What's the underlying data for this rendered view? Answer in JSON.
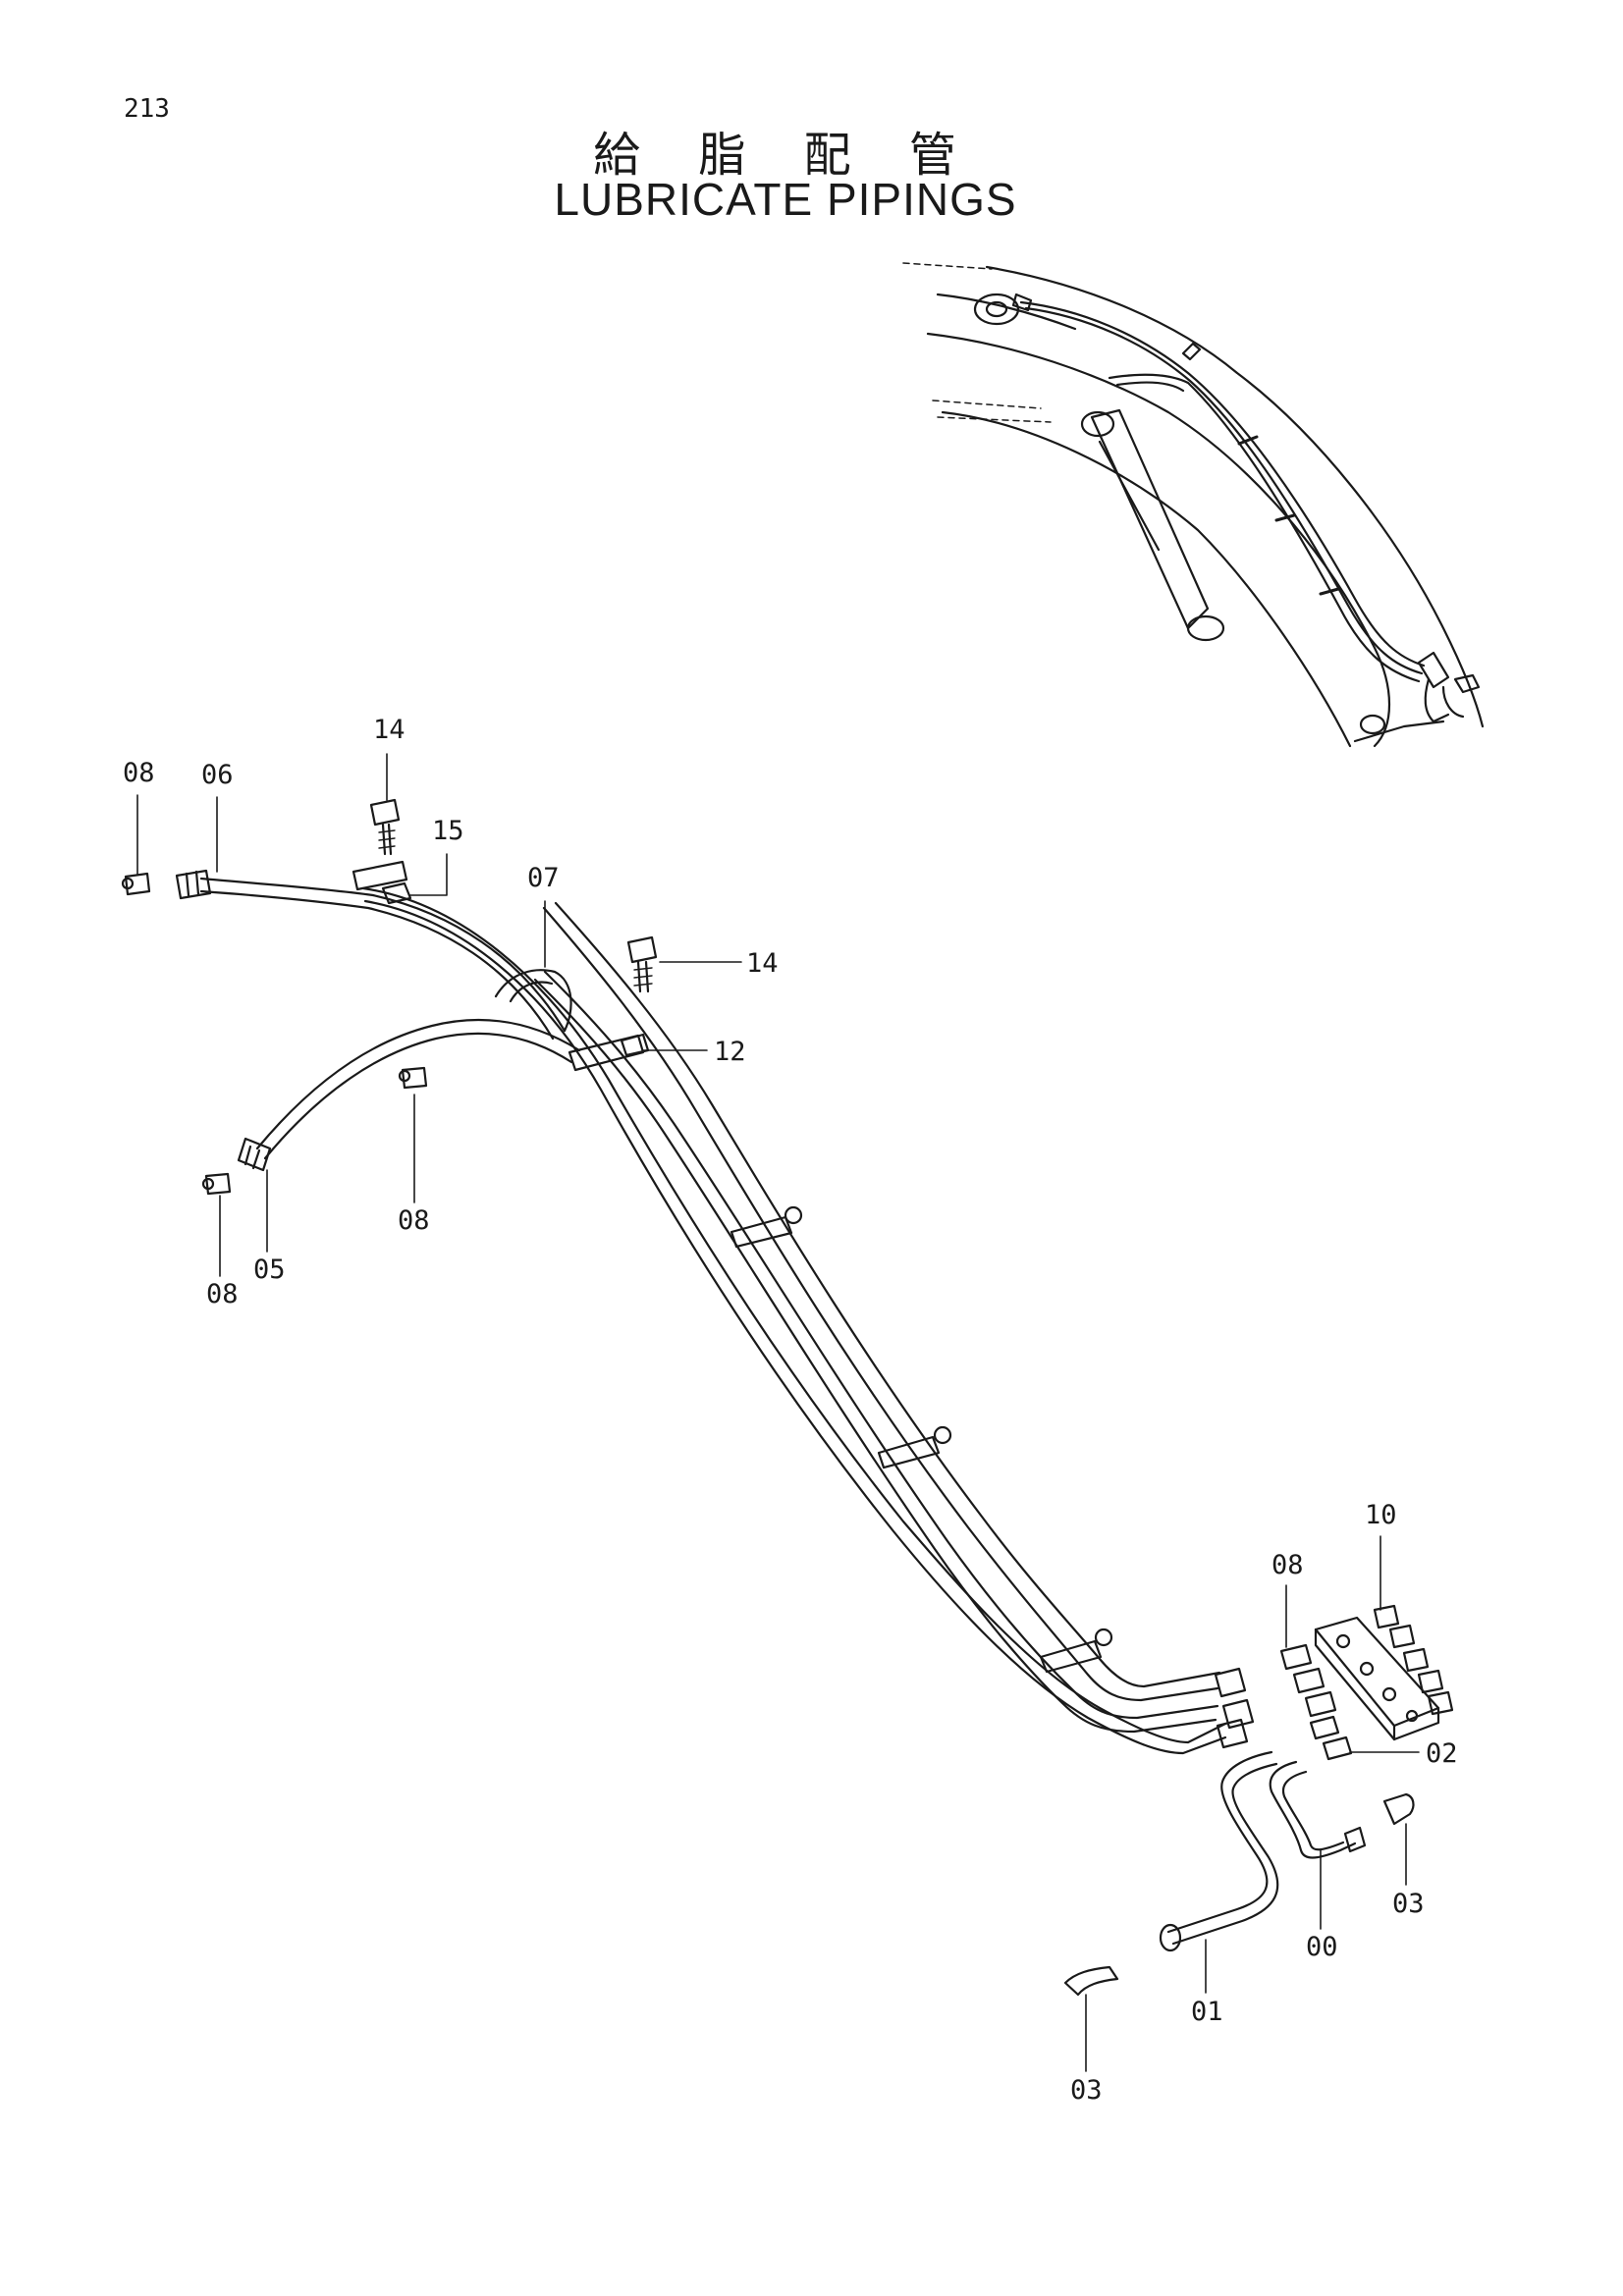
{
  "page": {
    "page_number": "213",
    "title_jp": "給 脂 配 管",
    "title_en": "LUBRICATE PIPINGS"
  },
  "callouts": [
    {
      "id": "c14a",
      "label": "14"
    },
    {
      "id": "c08a",
      "label": "08"
    },
    {
      "id": "c06",
      "label": "06"
    },
    {
      "id": "c15",
      "label": "15"
    },
    {
      "id": "c07",
      "label": "07"
    },
    {
      "id": "c14b",
      "label": "14"
    },
    {
      "id": "c12",
      "label": "12"
    },
    {
      "id": "c08b",
      "label": "08"
    },
    {
      "id": "c05",
      "label": "05"
    },
    {
      "id": "c08c",
      "label": "08"
    },
    {
      "id": "c10",
      "label": "10"
    },
    {
      "id": "c08d",
      "label": "08"
    },
    {
      "id": "c02",
      "label": "02"
    },
    {
      "id": "c03a",
      "label": "03"
    },
    {
      "id": "c00",
      "label": "00"
    },
    {
      "id": "c01",
      "label": "01"
    },
    {
      "id": "c03b",
      "label": "03"
    }
  ]
}
